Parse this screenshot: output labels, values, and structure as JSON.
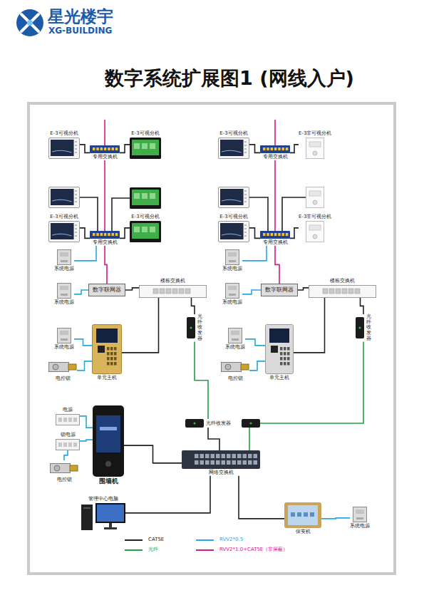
{
  "diagram": {
    "title": "数字系统扩展图1 (网线入户)",
    "nodes": [
      {
        "text": [
          "E-3可视分机"
        ]
      },
      {
        "text": [
          "E-3可视分机"
        ]
      },
      {
        "text": [
          "专用交换机"
        ]
      },
      {
        "text": [
          "E-3可视分机"
        ]
      },
      {
        "text": [
          "E-3可视分机"
        ]
      },
      {
        "text": [
          "专用交换机"
        ]
      },
      {
        "text": [
          "系统电源"
        ]
      },
      {
        "text": [
          "系统电源"
        ]
      },
      {
        "text": [
          "数字联网器"
        ]
      },
      {
        "text": [
          "楼栋交换机"
        ]
      },
      {
        "text": [
          "光纤收发器"
        ]
      },
      {
        "text": [
          "系统电源"
        ]
      },
      {
        "text": [
          "电控锁"
        ]
      },
      {
        "text": [
          "单元主机"
        ]
      },
      {
        "text": [
          "E-3可视分机"
        ]
      },
      {
        "text": [
          "E-3非可视分机"
        ]
      },
      {
        "text": [
          "专用交换机"
        ]
      },
      {
        "text": [
          "E-3可视分机"
        ]
      },
      {
        "text": [
          "E-3非可视分机"
        ]
      },
      {
        "text": [
          "专用交换机"
        ]
      },
      {
        "text": [
          "系统电源"
        ]
      },
      {
        "text": [
          "系统电源"
        ]
      },
      {
        "text": [
          "数字联网器"
        ]
      },
      {
        "text": [
          "楼栋交换机"
        ]
      },
      {
        "text": [
          "光纤收发器"
        ]
      },
      {
        "text": [
          "系统电源"
        ]
      },
      {
        "text": [
          "电控锁"
        ]
      },
      {
        "text": [
          "单元主机"
        ]
      },
      {
        "text": [
          "电源"
        ]
      },
      {
        "text": [
          "锁电源"
        ]
      },
      {
        "text": [
          "电控锁"
        ]
      },
      {
        "text": [
          "围墙机"
        ]
      },
      {
        "text": [
          "光纤收发器"
        ]
      },
      {
        "text": [
          "网络交换机"
        ]
      },
      {
        "text": [
          "管理中心电脑"
        ]
      },
      {
        "text": [
          "保安机"
        ]
      },
      {
        "text": [
          "系统电源"
        ]
      }
    ],
    "edges": [
      {
        "from": 0,
        "to": 2,
        "arrow": "none"
      },
      {
        "from": 1,
        "to": 2,
        "arrow": "none"
      },
      {
        "from": 3,
        "to": 5,
        "arrow": "none"
      },
      {
        "from": 4,
        "to": 5,
        "arrow": "none"
      },
      {
        "from": 2,
        "to": 5,
        "arrow": "none"
      },
      {
        "from": 5,
        "to": 8,
        "arrow": "none"
      },
      {
        "from": 6,
        "to": 5,
        "arrow": "none"
      },
      {
        "from": 7,
        "to": 8,
        "arrow": "none"
      },
      {
        "from": 8,
        "to": 9,
        "arrow": "none"
      },
      {
        "from": 9,
        "to": 10,
        "arrow": "none"
      },
      {
        "from": 9,
        "to": 13,
        "arrow": "none"
      },
      {
        "from": 11,
        "to": 13,
        "arrow": "none"
      },
      {
        "from": 12,
        "to": 13,
        "arrow": "none"
      },
      {
        "from": 14,
        "to": 16,
        "arrow": "none"
      },
      {
        "from": 15,
        "to": 16,
        "arrow": "none"
      },
      {
        "from": 17,
        "to": 19,
        "arrow": "none"
      },
      {
        "from": 18,
        "to": 19,
        "arrow": "none"
      },
      {
        "from": 16,
        "to": 19,
        "arrow": "none"
      },
      {
        "from": 19,
        "to": 22,
        "arrow": "none"
      },
      {
        "from": 20,
        "to": 19,
        "arrow": "none"
      },
      {
        "from": 21,
        "to": 22,
        "arrow": "none"
      },
      {
        "from": 22,
        "to": 23,
        "arrow": "none"
      },
      {
        "from": 23,
        "to": 24,
        "arrow": "none"
      },
      {
        "from": 23,
        "to": 27,
        "arrow": "none"
      },
      {
        "from": 25,
        "to": 27,
        "arrow": "none"
      },
      {
        "from": 26,
        "to": 27,
        "arrow": "none"
      },
      {
        "from": 10,
        "to": 32,
        "arrow": "none"
      },
      {
        "from": 24,
        "to": 33,
        "arrow": "none"
      },
      {
        "from": 32,
        "to": 33,
        "arrow": "none"
      },
      {
        "from": 31,
        "to": 33,
        "arrow": "none"
      },
      {
        "from": 28,
        "to": 31,
        "arrow": "none"
      },
      {
        "from": 29,
        "to": 31,
        "arrow": "none"
      },
      {
        "from": 30,
        "to": 29,
        "arrow": "none"
      },
      {
        "from": 33,
        "to": 34,
        "arrow": "none"
      },
      {
        "from": 33,
        "to": 35,
        "arrow": "none"
      },
      {
        "from": 36,
        "to": 35,
        "arrow": "none"
      }
    ],
    "labels": [
      "星光楼宇",
      "XG-BUILDING"
    ],
    "legend": [
      {
        "text": "CAT5E",
        "color": "#222222"
      },
      {
        "text": "RVV2*0.5",
        "color": "#29a7e1"
      },
      {
        "text": "光纤",
        "color": "#22a045"
      },
      {
        "text": "RVV2*1.0+CAT5E（非屏蔽）",
        "color": "#d6178a"
      }
    ]
  }
}
